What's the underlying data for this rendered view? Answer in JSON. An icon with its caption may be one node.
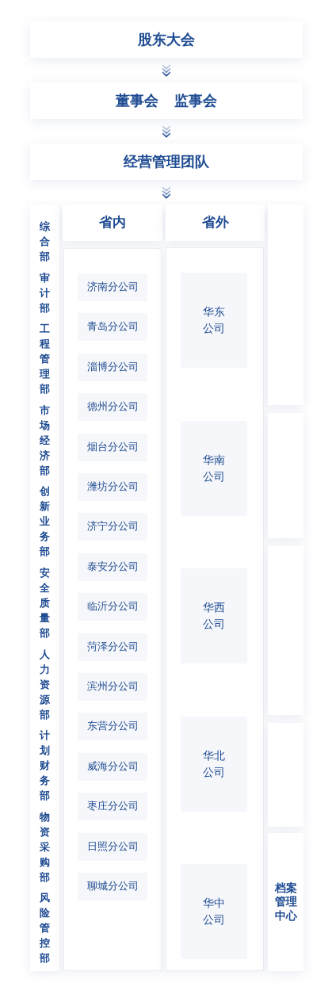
{
  "diagram": {
    "nodes": [
      {
        "text": [
          "股东大会"
        ]
      },
      {
        "text": [
          "董事会",
          "监事会"
        ]
      },
      {
        "text": [
          "经营管理团队"
        ]
      },
      {
        "text": [
          "综合部",
          "审计部",
          "工程管理部",
          "市场经济部",
          "创新业务部",
          "安全质量部",
          "人力资源部",
          "计划财务部",
          "物资采购部",
          "风险管控部"
        ]
      },
      {
        "text": [
          "省内"
        ]
      },
      {
        "text": [
          "省外"
        ]
      },
      {
        "text": [],
        "shape": "box"
      },
      {
        "text": [
          "济南分公司"
        ],
        "in": 6
      },
      {
        "text": [
          "青岛分公司"
        ],
        "in": 6
      },
      {
        "text": [
          "淄博分公司"
        ],
        "in": 6
      },
      {
        "text": [
          "德州分公司"
        ],
        "in": 6
      },
      {
        "text": [
          "烟台分公司"
        ],
        "in": 6
      },
      {
        "text": [
          "潍坊分公司"
        ],
        "in": 6
      },
      {
        "text": [
          "济宁分公司"
        ],
        "in": 6
      },
      {
        "text": [
          "泰安分公司"
        ],
        "in": 6
      },
      {
        "text": [
          "临沂分公司"
        ],
        "in": 6
      },
      {
        "text": [
          "菏泽分公司"
        ],
        "in": 6
      },
      {
        "text": [
          "滨州分公司"
        ],
        "in": 6
      },
      {
        "text": [
          "东营分公司"
        ],
        "in": 6
      },
      {
        "text": [
          "威海分公司"
        ],
        "in": 6
      },
      {
        "text": [
          "枣庄分公司"
        ],
        "in": 6
      },
      {
        "text": [
          "日照分公司"
        ],
        "in": 6
      },
      {
        "text": [
          "聊城分公司"
        ],
        "in": 6
      },
      {
        "text": [],
        "shape": "box"
      },
      {
        "text": [
          "华东公司"
        ],
        "in": 23
      },
      {
        "text": [
          "华南公司"
        ],
        "in": 23
      },
      {
        "text": [
          "华西公司"
        ],
        "in": 23
      },
      {
        "text": [
          "华北公司"
        ],
        "in": 23
      },
      {
        "text": [
          "华中公司"
        ],
        "in": 23
      },
      {
        "text": [],
        "shape": "box"
      },
      {
        "text": [],
        "shape": "box"
      },
      {
        "text": [],
        "shape": "box"
      },
      {
        "text": [],
        "shape": "box"
      },
      {
        "text": [
          "档案管理中心"
        ]
      }
    ],
    "edges": [
      {
        "from": 0,
        "to": 1,
        "arrow": "to"
      },
      {
        "from": 1,
        "to": 2,
        "arrow": "to"
      },
      {
        "from": 2,
        "to": null,
        "arrow": "to"
      }
    ]
  }
}
